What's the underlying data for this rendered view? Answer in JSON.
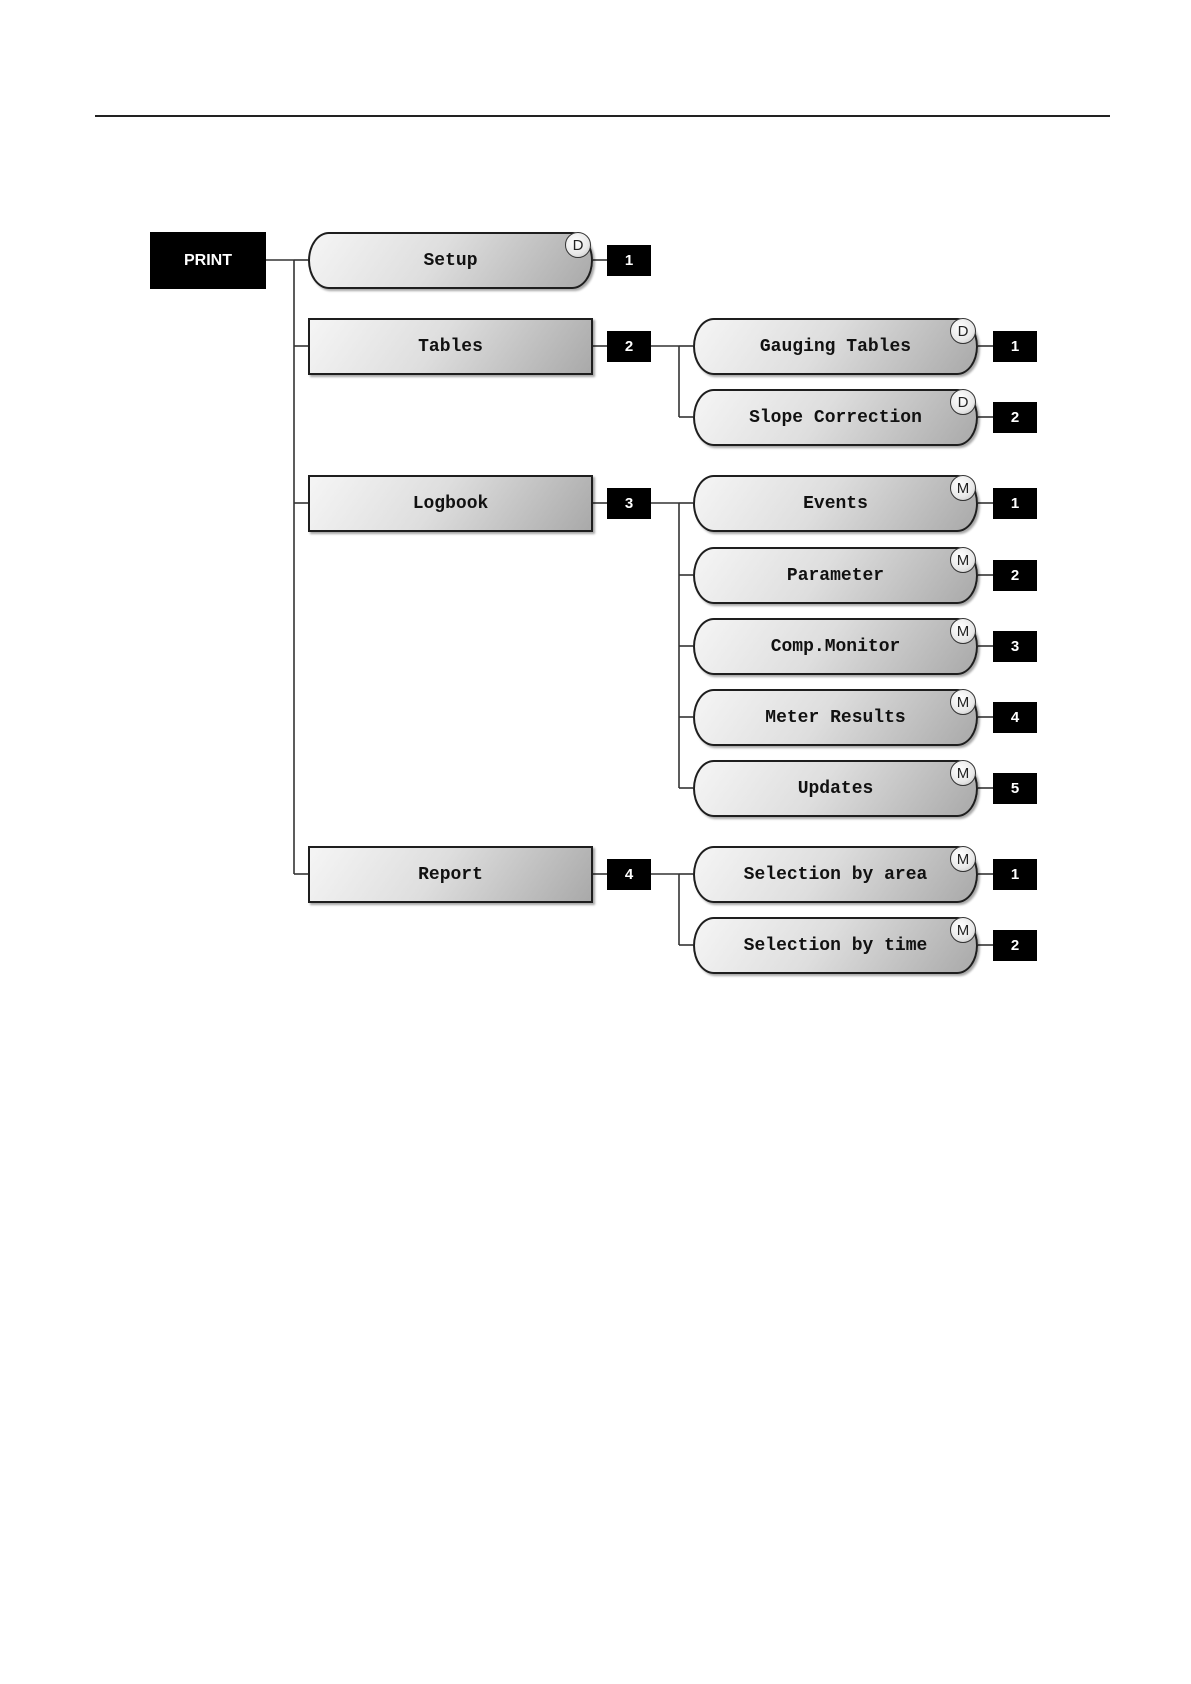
{
  "root": {
    "label": "PRINT"
  },
  "groups": [
    {
      "label": "Setup",
      "number": "1",
      "shape": "pill",
      "badge": "D",
      "children": []
    },
    {
      "label": "Tables",
      "number": "2",
      "shape": "rect",
      "badge": "",
      "children": [
        {
          "label": "Gauging Tables",
          "number": "1",
          "badge": "D"
        },
        {
          "label": "Slope Correction",
          "number": "2",
          "badge": "D"
        }
      ]
    },
    {
      "label": "Logbook",
      "number": "3",
      "shape": "rect",
      "badge": "",
      "children": [
        {
          "label": "Events",
          "number": "1",
          "badge": "M"
        },
        {
          "label": "Parameter",
          "number": "2",
          "badge": "M"
        },
        {
          "label": "Comp.Monitor",
          "number": "3",
          "badge": "M"
        },
        {
          "label": "Meter Results",
          "number": "4",
          "badge": "M"
        },
        {
          "label": "Updates",
          "number": "5",
          "badge": "M"
        }
      ]
    },
    {
      "label": "Report",
      "number": "4",
      "shape": "rect",
      "badge": "",
      "children": [
        {
          "label": "Selection by area",
          "number": "1",
          "badge": "M"
        },
        {
          "label": "Selection by time",
          "number": "2",
          "badge": "M"
        }
      ]
    }
  ]
}
